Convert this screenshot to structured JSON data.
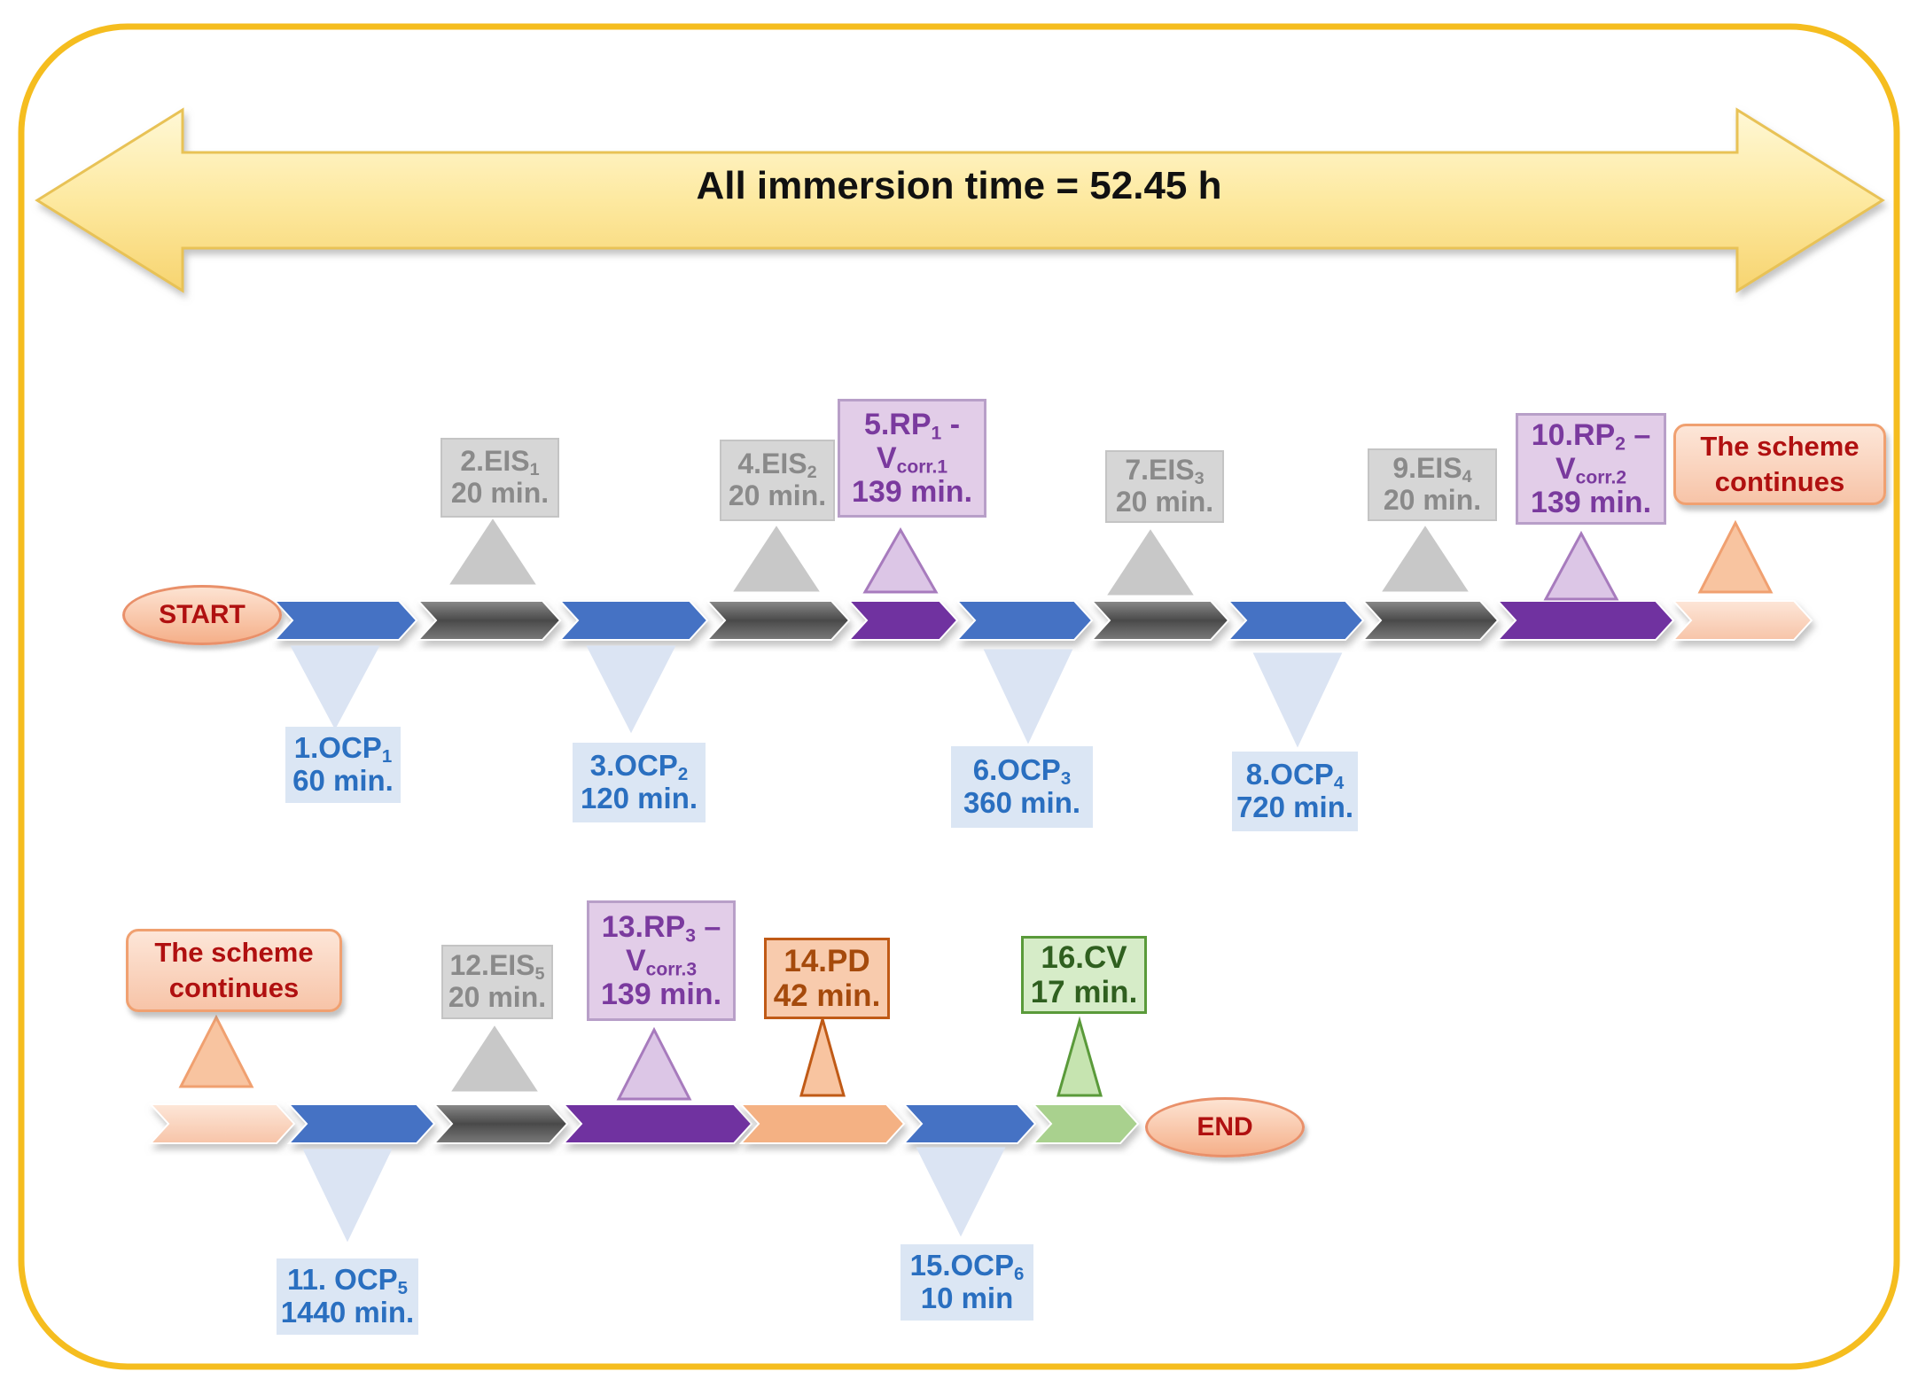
{
  "title": "All immersion time = 52.45 h",
  "start_label": "START",
  "end_label": "END",
  "continues_label": "The scheme\ncontinues",
  "colors": {
    "frame": "#f5bd1f",
    "ocp": "#4472c4",
    "eis": "#6e6e6e",
    "rp": "#7030a0",
    "pd": "#f4b183",
    "cv": "#a9d18e",
    "continue": "#f4b183"
  },
  "steps": [
    {
      "id": "ocp1",
      "prefix": "1.OCP",
      "sub": "1",
      "suffix": "",
      "duration": "60 min."
    },
    {
      "id": "eis1",
      "prefix": "2.EIS",
      "sub": "1",
      "suffix": "",
      "duration": "20 min."
    },
    {
      "id": "ocp2",
      "prefix": "3.OCP",
      "sub": "2",
      "suffix": "",
      "duration": "120 min."
    },
    {
      "id": "eis2",
      "prefix": "4.EIS",
      "sub": "2",
      "suffix": "",
      "duration": "20 min."
    },
    {
      "id": "rp1",
      "prefix": "5.RP",
      "sub": "1",
      "suffix": " -",
      "vlabel": "V",
      "vsub": "corr.1",
      "duration": "139 min."
    },
    {
      "id": "ocp3",
      "prefix": "6.OCP",
      "sub": "3",
      "suffix": "",
      "duration": "360 min."
    },
    {
      "id": "eis3",
      "prefix": "7.EIS",
      "sub": "3",
      "suffix": "",
      "duration": "20 min."
    },
    {
      "id": "ocp4",
      "prefix": "8.OCP",
      "sub": "4",
      "suffix": "",
      "duration": "720 min."
    },
    {
      "id": "eis4",
      "prefix": "9.EIS",
      "sub": "4",
      "suffix": "",
      "duration": "20 min."
    },
    {
      "id": "rp2",
      "prefix": "10.RP",
      "sub": "2",
      "suffix": " –",
      "vlabel": "V",
      "vsub": "corr.2",
      "duration": "139 min."
    },
    {
      "id": "ocp5",
      "prefix": "11. OCP",
      "sub": "5",
      "suffix": "",
      "duration": "1440 min."
    },
    {
      "id": "eis5",
      "prefix": "12.EIS",
      "sub": "5",
      "suffix": "",
      "duration": "20 min."
    },
    {
      "id": "rp3",
      "prefix": "13.RP",
      "sub": "3",
      "suffix": " –",
      "vlabel": "V",
      "vsub": "corr.3",
      "duration": "139 min."
    },
    {
      "id": "pd",
      "prefix": "14.PD",
      "sub": "",
      "suffix": "",
      "duration": "42 min."
    },
    {
      "id": "ocp6",
      "prefix": "15.OCP",
      "sub": "6",
      "suffix": "",
      "duration": "10 min"
    },
    {
      "id": "cv",
      "prefix": "16.CV",
      "sub": "",
      "suffix": "",
      "duration": "17 min."
    }
  ]
}
